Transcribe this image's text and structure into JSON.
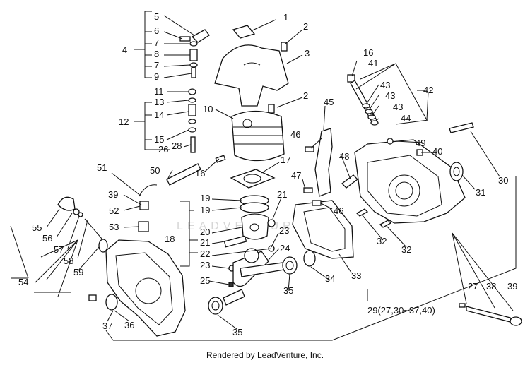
{
  "callouts": [
    {
      "id": "l1",
      "text": "1"
    },
    {
      "id": "l2a",
      "text": "2"
    },
    {
      "id": "l2b",
      "text": "2"
    },
    {
      "id": "l3",
      "text": "3"
    },
    {
      "id": "l4",
      "text": "4"
    },
    {
      "id": "l5",
      "text": "5"
    },
    {
      "id": "l6",
      "text": "6"
    },
    {
      "id": "l7a",
      "text": "7"
    },
    {
      "id": "l7b",
      "text": "7"
    },
    {
      "id": "l8",
      "text": "8"
    },
    {
      "id": "l9",
      "text": "9"
    },
    {
      "id": "l10",
      "text": "10"
    },
    {
      "id": "l11",
      "text": "11"
    },
    {
      "id": "l12",
      "text": "12"
    },
    {
      "id": "l13",
      "text": "13"
    },
    {
      "id": "l14",
      "text": "14"
    },
    {
      "id": "l15",
      "text": "15"
    },
    {
      "id": "l16a",
      "text": "16"
    },
    {
      "id": "l16b",
      "text": "16"
    },
    {
      "id": "l17",
      "text": "17"
    },
    {
      "id": "l18",
      "text": "18"
    },
    {
      "id": "l19a",
      "text": "19"
    },
    {
      "id": "l19b",
      "text": "19"
    },
    {
      "id": "l20",
      "text": "20"
    },
    {
      "id": "l21a",
      "text": "21"
    },
    {
      "id": "l21b",
      "text": "21"
    },
    {
      "id": "l22",
      "text": "22"
    },
    {
      "id": "l23a",
      "text": "23"
    },
    {
      "id": "l23b",
      "text": "23"
    },
    {
      "id": "l24",
      "text": "24"
    },
    {
      "id": "l25",
      "text": "25"
    },
    {
      "id": "l26",
      "text": "26"
    },
    {
      "id": "l27",
      "text": "27"
    },
    {
      "id": "l28",
      "text": "28"
    },
    {
      "id": "l29",
      "text": "29(27,30~37,40)"
    },
    {
      "id": "l30",
      "text": "30"
    },
    {
      "id": "l31",
      "text": "31"
    },
    {
      "id": "l32a",
      "text": "32"
    },
    {
      "id": "l32b",
      "text": "32"
    },
    {
      "id": "l33",
      "text": "33"
    },
    {
      "id": "l34",
      "text": "34"
    },
    {
      "id": "l35a",
      "text": "35"
    },
    {
      "id": "l35b",
      "text": "35"
    },
    {
      "id": "l36",
      "text": "36"
    },
    {
      "id": "l37",
      "text": "37"
    },
    {
      "id": "l38",
      "text": "38"
    },
    {
      "id": "l39a",
      "text": "39"
    },
    {
      "id": "l39b",
      "text": "39"
    },
    {
      "id": "l40",
      "text": "40"
    },
    {
      "id": "l41",
      "text": "41"
    },
    {
      "id": "l42",
      "text": "42"
    },
    {
      "id": "l43a",
      "text": "43"
    },
    {
      "id": "l43b",
      "text": "43"
    },
    {
      "id": "l43c",
      "text": "43"
    },
    {
      "id": "l44",
      "text": "44"
    },
    {
      "id": "l45",
      "text": "45"
    },
    {
      "id": "l46a",
      "text": "46"
    },
    {
      "id": "l46b",
      "text": "46"
    },
    {
      "id": "l47",
      "text": "47"
    },
    {
      "id": "l48",
      "text": "48"
    },
    {
      "id": "l49",
      "text": "49"
    },
    {
      "id": "l50",
      "text": "50"
    },
    {
      "id": "l51",
      "text": "51"
    },
    {
      "id": "l52",
      "text": "52"
    },
    {
      "id": "l53",
      "text": "53"
    },
    {
      "id": "l54",
      "text": "54"
    },
    {
      "id": "l55",
      "text": "55"
    },
    {
      "id": "l56",
      "text": "56"
    },
    {
      "id": "l57",
      "text": "57"
    },
    {
      "id": "l58",
      "text": "58"
    },
    {
      "id": "l59",
      "text": "59"
    }
  ],
  "watermark": "LEADVENTURE",
  "footer": "Rendered by LeadVenture, Inc.",
  "colors": {
    "line": "#111111",
    "background": "#ffffff",
    "watermark": "#d6d6d6"
  }
}
